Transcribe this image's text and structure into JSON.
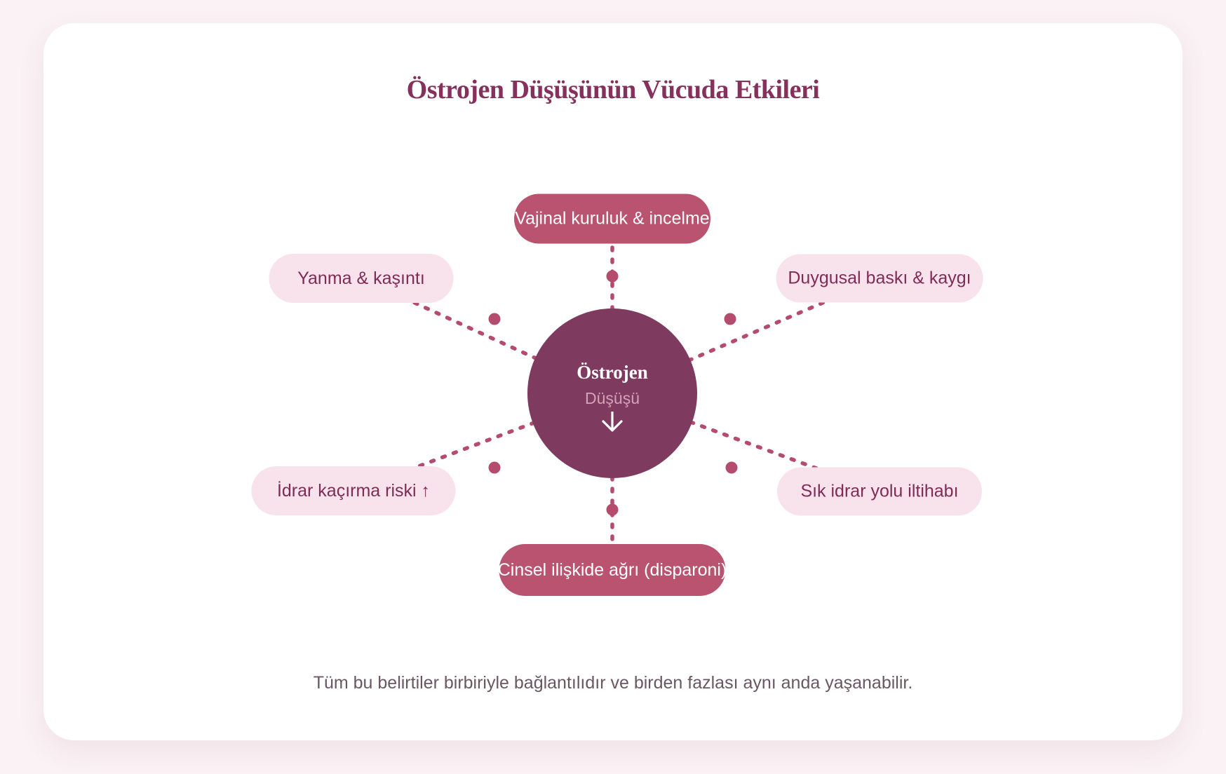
{
  "title": {
    "text": "Östrojen Düşüşünün Vücuda Etkileri"
  },
  "center_node": {
    "title": "Östrojen",
    "subtitle": "Düşüşü",
    "arrow_icon": "down-arrow"
  },
  "nodes": [
    {
      "id": "top",
      "label": "Vajinal kuruluk & incelme",
      "variant": "solid"
    },
    {
      "id": "upper-left",
      "label": "Yanma & kaşıntı",
      "variant": "light"
    },
    {
      "id": "upper-right",
      "label": "Duygusal baskı & kaygı",
      "variant": "light"
    },
    {
      "id": "lower-left",
      "label": "İdrar kaçırma riski ↑",
      "variant": "light"
    },
    {
      "id": "lower-right",
      "label": "Sık idrar yolu iltihabı",
      "variant": "light"
    },
    {
      "id": "bottom",
      "label": "Cinsel ilişkide ağrı (disparoni)",
      "variant": "solid"
    }
  ],
  "caption": {
    "text": "Tüm bu belirtiler birbiriyle bağlantılıdır ve birden fazlası aynı anda yaşanabilir."
  },
  "colors": {
    "page_background": "#faf2f5",
    "card_background": "#ffffff",
    "title_text": "#85315c",
    "center_circle": "#7e3a5f",
    "center_subtitle_text": "#d4a2b8",
    "solid_pill": "#b9536f",
    "light_pill": "#f8e3ed",
    "light_pill_text": "#7e2c55",
    "connector": "#b54c6e",
    "caption_text": "#6b5763"
  }
}
